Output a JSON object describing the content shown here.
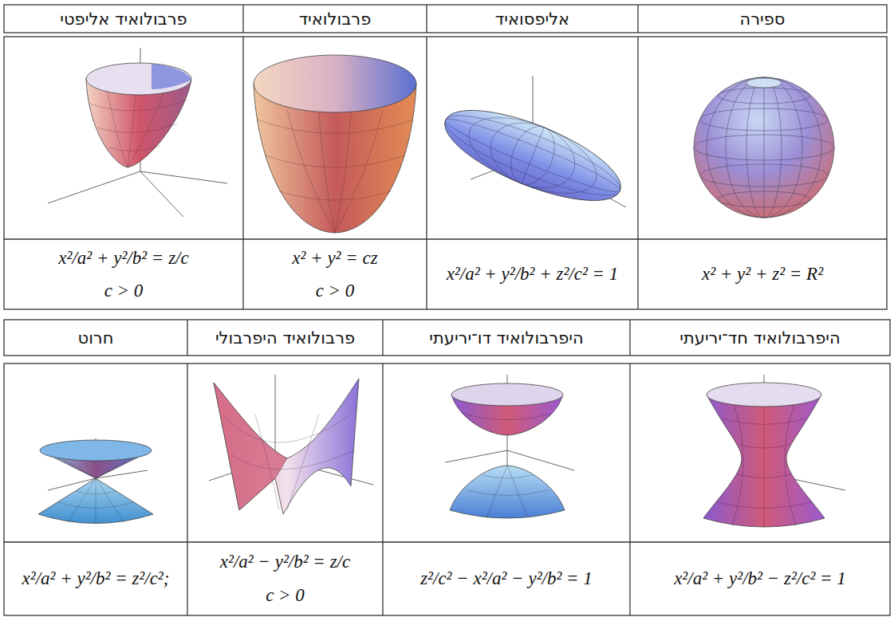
{
  "diagram": {
    "labels": [
      "ספירה",
      "אליפסואיד",
      "פרבולואיד",
      "פרבולואיד אליפטי",
      "x² + y² + z² = R²",
      "x²/a² + y²/b² + z²/c² = 1",
      "x² + y² = cz",
      "c > 0",
      "x²/a² + y²/b² = z/c",
      "c > 0",
      "היפרבולואיד חד־יריעתי",
      "היפרבולואיד דו־יריעתי",
      "פרבולואיד היפרבולי",
      "חרוט",
      "x²/a² + y²/b² − z²/c² = 1",
      "z²/c² − x²/a² − y²/b² = 1",
      "x²/a² − y²/b² = z/c",
      "c > 0",
      "x²/a² + y²/b² = z²/c²;"
    ]
  }
}
